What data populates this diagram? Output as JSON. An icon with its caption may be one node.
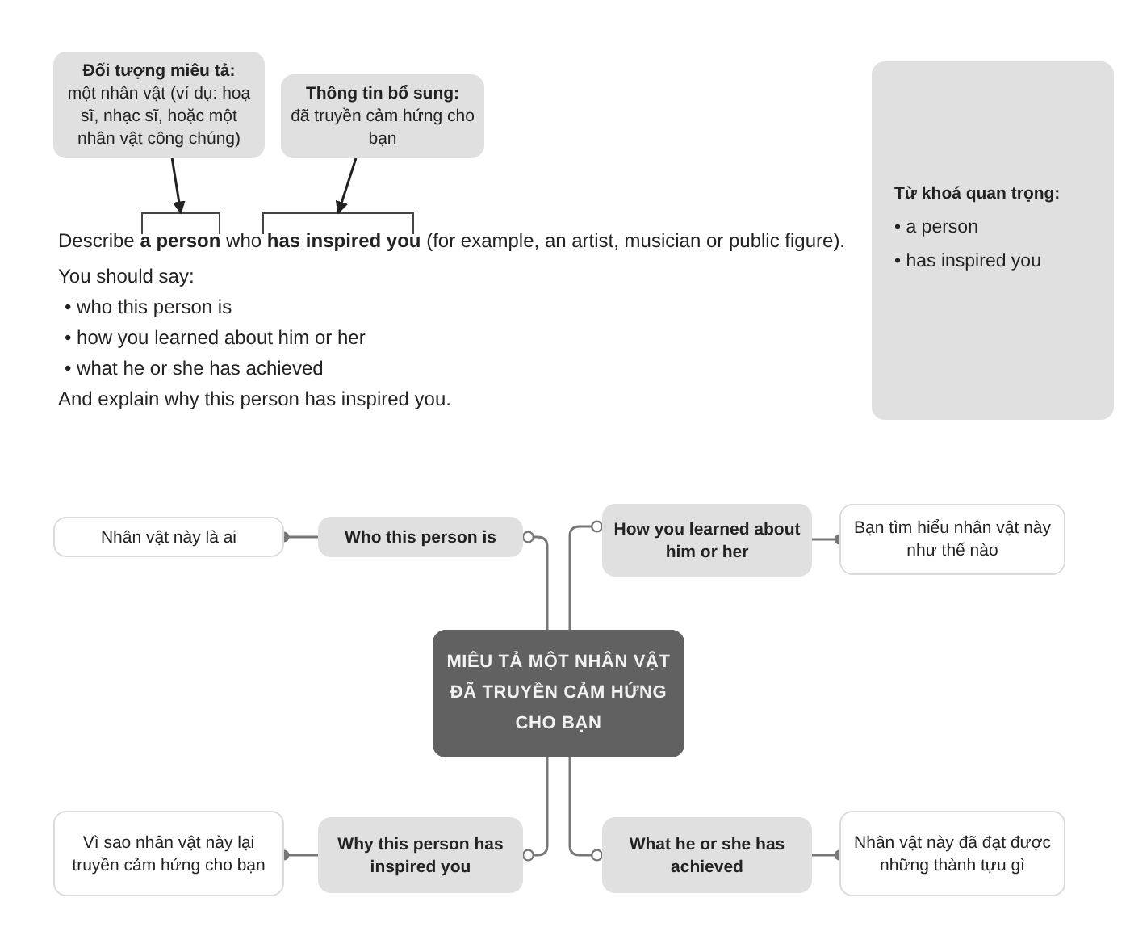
{
  "diagram": {
    "nodes": [
      {
        "text": [
          "Đối tượng miêu tả:",
          "một nhân vật (ví dụ: hoạ sĩ, nhạc sĩ, hoặc một nhân vật công chúng)"
        ]
      },
      {
        "text": [
          "Thông tin bổ sung:",
          "đã truyền cảm hứng cho bạn"
        ]
      },
      {
        "text": [],
        "shape": "bracket"
      },
      {
        "text": [],
        "shape": "bracket"
      },
      {
        "text": [
          "Từ khoá quan trọng:",
          "• a person",
          "• has inspired you"
        ]
      },
      {
        "text": [
          "MIÊU TẢ MỘT NHÂN VẬT ĐÃ TRUYỀN CẢM HỨNG CHO BẠN"
        ]
      },
      {
        "text": [
          "Nhân vật này là ai"
        ]
      },
      {
        "text": [
          "Who this person is"
        ]
      },
      {
        "text": [
          "How you learned about him or her"
        ]
      },
      {
        "text": [
          "Bạn tìm hiểu nhân vật này như thế nào"
        ]
      },
      {
        "text": [
          "Vì sao nhân vật này lại truyền cảm hứng cho bạn"
        ]
      },
      {
        "text": [
          "Why this person has inspired you"
        ]
      },
      {
        "text": [
          "What he or she has achieved"
        ]
      },
      {
        "text": [
          "Nhân vật này đã đạt được những thành tựu gì"
        ]
      }
    ],
    "edges": [
      {
        "from": 0,
        "to": 2,
        "arrow": "to"
      },
      {
        "from": 1,
        "to": 3,
        "arrow": "to"
      },
      {
        "from": 5,
        "to": 7,
        "arrow": "other"
      },
      {
        "from": 5,
        "to": 8,
        "arrow": "other"
      },
      {
        "from": 5,
        "to": 11,
        "arrow": "other"
      },
      {
        "from": 5,
        "to": 12,
        "arrow": "other"
      },
      {
        "from": 7,
        "to": 6,
        "arrow": "other"
      },
      {
        "from": 8,
        "to": 9,
        "arrow": "other"
      },
      {
        "from": 11,
        "to": 10,
        "arrow": "other"
      },
      {
        "from": 12,
        "to": 13,
        "arrow": "other"
      }
    ],
    "labels": [
      "Describe **a person** who **has inspired you** (for example, an artist, musician or public figure).",
      "You should say:",
      "• who this person is",
      "• how you learned about him or her",
      "• what he or she has achieved",
      "And explain why this person has inspired you."
    ]
  }
}
